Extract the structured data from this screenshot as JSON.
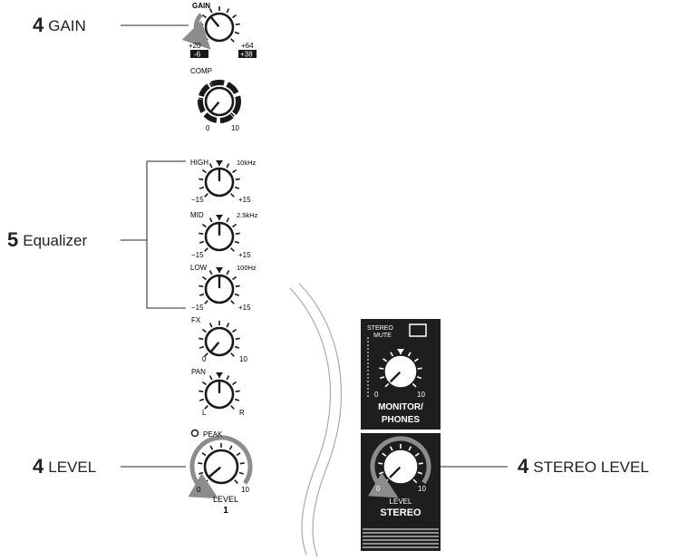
{
  "callouts": {
    "gain": {
      "num": "4",
      "label": "GAIN"
    },
    "eq": {
      "num": "5",
      "label": "Equalizer"
    },
    "level": {
      "num": "4",
      "label": "LEVEL"
    },
    "stereo": {
      "num": "4",
      "label": "STEREO LEVEL"
    }
  },
  "knobs": {
    "gain": {
      "title": "GAIN",
      "min_top": "+20",
      "min_bottom": "-6",
      "max_top": "+64",
      "max_bottom": "+38"
    },
    "comp": {
      "title": "COMP",
      "min": "0",
      "max": "10"
    },
    "high": {
      "title": "HIGH",
      "freq": "10kHz",
      "min": "−15",
      "max": "+15"
    },
    "mid": {
      "title": "MID",
      "freq": "2.5kHz",
      "min": "−15",
      "max": "+15"
    },
    "low": {
      "title": "LOW",
      "freq": "100Hz",
      "min": "−15",
      "max": "+15"
    },
    "fx": {
      "title": "FX",
      "min": "0",
      "max": "10"
    },
    "pan": {
      "title": "PAN",
      "min": "L",
      "max": "R"
    },
    "level": {
      "title": "PEAK",
      "min": "0",
      "max": "10",
      "name": "LEVEL",
      "channel": "1"
    }
  },
  "master": {
    "mute_line1": "STEREO",
    "mute_line2": "MUTE",
    "monitor_min": "0",
    "monitor_max": "10",
    "monitor_line1": "MONITOR/",
    "monitor_line2": "PHONES",
    "stereo_min": "0",
    "stereo_max": "10",
    "stereo_line1": "LEVEL",
    "stereo_line2": "STEREO"
  },
  "colors": {
    "ink": "#1a1a1a",
    "arrow": "#8c8c8c",
    "panel": "#1e1e1e"
  }
}
